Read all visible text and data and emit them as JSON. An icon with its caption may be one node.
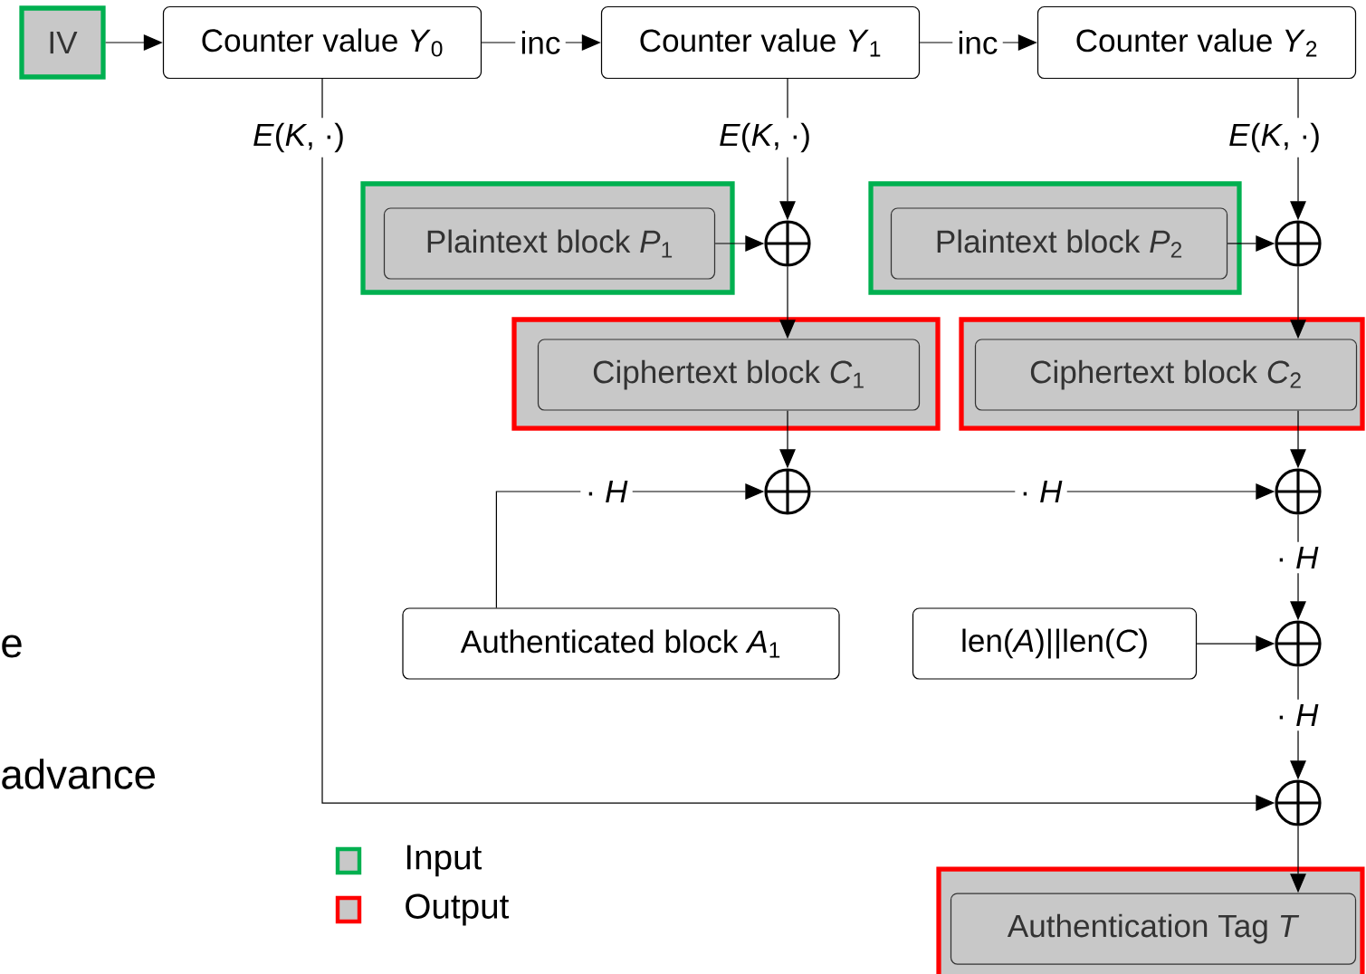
{
  "diagram": {
    "nodes": [
      {
        "text": [
          "IV"
        ]
      },
      {
        "text": [
          "Counter value *Y*$_{0}$"
        ]
      },
      {
        "text": [
          "Counter value *Y*$_{1}$"
        ]
      },
      {
        "text": [
          "Counter value *Y*$_{2}$"
        ]
      },
      {
        "text": [
          "Plaintext block *P*$_{1}$"
        ]
      },
      {
        "text": [],
        "shape": "circle"
      },
      {
        "text": [
          "Plaintext block *P*$_{2}$"
        ]
      },
      {
        "text": [],
        "shape": "circle"
      },
      {
        "text": [
          "Ciphertext block *C*$_{1}$"
        ]
      },
      {
        "text": [
          "Ciphertext block *C*$_{2}$"
        ]
      },
      {
        "text": [],
        "shape": "circle"
      },
      {
        "text": [],
        "shape": "circle"
      },
      {
        "text": [
          "Authenticated block *A*$_{1}$"
        ]
      },
      {
        "text": [
          "len(*A*)||len(*C*)"
        ]
      },
      {
        "text": [],
        "shape": "circle"
      },
      {
        "text": [],
        "shape": "circle"
      },
      {
        "text": [
          "Authentication Tag *T*"
        ]
      }
    ],
    "edges": [
      {
        "from": 0,
        "to": 1,
        "arrow": "to"
      },
      {
        "from": 1,
        "to": 2,
        "arrow": "to",
        "label": "inc"
      },
      {
        "from": 2,
        "to": 3,
        "arrow": "to",
        "label": "inc"
      },
      {
        "from": 1,
        "to": 15,
        "arrow": "to",
        "label": "*E*(*K*, ·)"
      },
      {
        "from": 2,
        "to": 5,
        "arrow": "to",
        "label": "*E*(*K*, ·)"
      },
      {
        "from": 3,
        "to": 7,
        "arrow": "to",
        "label": "*E*(*K*, ·)"
      },
      {
        "from": 4,
        "to": 5,
        "arrow": "to"
      },
      {
        "from": 6,
        "to": 7,
        "arrow": "to"
      },
      {
        "from": 5,
        "to": 8,
        "arrow": "to"
      },
      {
        "from": 7,
        "to": 9,
        "arrow": "to"
      },
      {
        "from": 8,
        "to": 10,
        "arrow": "to"
      },
      {
        "from": 9,
        "to": 11,
        "arrow": "to"
      },
      {
        "from": 12,
        "to": 10,
        "arrow": "to",
        "label": "· *H*"
      },
      {
        "from": 10,
        "to": 11,
        "arrow": "to",
        "label": "· *H*"
      },
      {
        "from": 11,
        "to": 14,
        "arrow": "to",
        "label": "· *H*"
      },
      {
        "from": 13,
        "to": 14,
        "arrow": "to"
      },
      {
        "from": 14,
        "to": 15,
        "arrow": "to",
        "label": "· *H*"
      },
      {
        "from": 15,
        "to": 16,
        "arrow": "to"
      }
    ],
    "labels": [
      "e",
      "advance"
    ],
    "legend": [
      {
        "text": "Input",
        "color": "#00b050"
      },
      {
        "text": "Output",
        "color": "#ff0000"
      }
    ]
  }
}
